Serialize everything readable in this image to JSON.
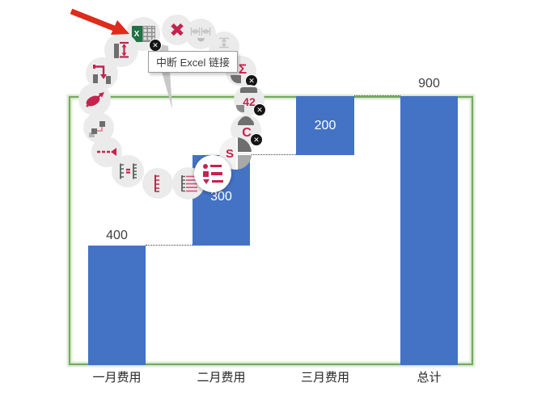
{
  "chart_data": {
    "type": "bar",
    "subtype": "waterfall",
    "title": "",
    "categories": [
      "一月费用",
      "二月费用",
      "三月费用",
      "总计"
    ],
    "series": [
      {
        "name": "费用",
        "values": [
          400,
          300,
          200,
          900
        ]
      }
    ],
    "segment_labels": [
      "400",
      "300",
      "200",
      "900"
    ],
    "segment_ranges": [
      [
        0,
        400
      ],
      [
        400,
        700
      ],
      [
        700,
        900
      ],
      [
        0,
        900
      ]
    ],
    "ylim": [
      0,
      900
    ],
    "grid": false,
    "legend": false,
    "connector_style": "dotted",
    "bar_color": "#4472c4",
    "label_color_inside": "#ffffff",
    "label_color_outside": "#404040"
  },
  "tooltip": {
    "text": "中断 Excel 链接"
  },
  "menu": {
    "excel_glyph": "X",
    "delete_glyph": "✖",
    "sum_glyph": "Σ",
    "value_glyph": "42",
    "cagr_glyph": "C",
    "series_glyph": "S",
    "badge_glyph": "✕",
    "items": [
      {
        "name": "excel-link",
        "tooltip": "中断 Excel 链接",
        "badge": true
      },
      {
        "name": "delete"
      },
      {
        "name": "distribute-horizontal",
        "disabled": true
      },
      {
        "name": "distribute-vertical",
        "disabled": true
      },
      {
        "name": "sum-label",
        "badge": true
      },
      {
        "name": "value-label",
        "badge": true
      },
      {
        "name": "cagr-label",
        "badge": true
      },
      {
        "name": "series-label"
      },
      {
        "name": "legend",
        "active": true
      },
      {
        "name": "gridlines"
      },
      {
        "name": "scale"
      },
      {
        "name": "same-scale"
      },
      {
        "name": "value-line"
      },
      {
        "name": "connector"
      },
      {
        "name": "trendline"
      },
      {
        "name": "difference-arrow"
      },
      {
        "name": "total-difference-arrow"
      }
    ]
  },
  "colors": {
    "bar": "#4472c4",
    "frame_green": "#74a95f",
    "accent_red": "#c4234d",
    "icon_gray": "#6e6e6e",
    "disabled_gray": "#c6c6c6",
    "annotation_arrow_red": "#dd2b1c"
  }
}
